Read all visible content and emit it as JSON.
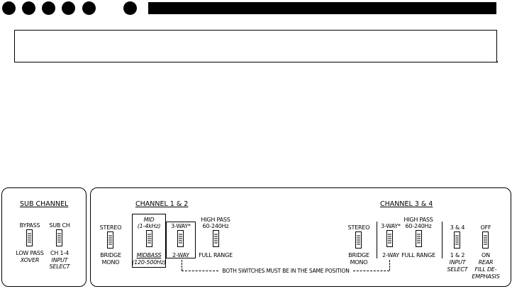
{
  "sub_panel": {
    "title": "SUB CHANNEL",
    "xover": {
      "top": "BYPASS",
      "bottom": "LOW PASS",
      "caption": "XOVER"
    },
    "input": {
      "top": "SUB CH",
      "bottom": "CH 1-4",
      "caption1": "INPUT",
      "caption2": "SELECT"
    }
  },
  "main_panel": {
    "ch12_title": "CHANNEL 1 & 2",
    "ch34_title": "CHANNEL 3 & 4",
    "ch12_mode": {
      "top": "STEREO",
      "bottom1": "BRIDGE",
      "bottom2": "MONO"
    },
    "ch12_mid": {
      "top1": "MID",
      "top2": "(1-4kHz)",
      "bottom1": "MIDBASS",
      "bottom2": "(120-500Hz)"
    },
    "ch12_way": {
      "top": "3-WAY*",
      "bottom": "2-WAY"
    },
    "ch12_hp": {
      "top1": "HIGH PASS",
      "top2": "60-240Hz",
      "bottom": "FULL RANGE"
    },
    "ch34_mode": {
      "top": "STEREO",
      "bottom1": "BRIDGE",
      "bottom2": "MONO"
    },
    "ch34_way": {
      "top": "3-WAY*",
      "bottom": "2-WAY"
    },
    "ch34_hp": {
      "top1": "HIGH PASS",
      "top2": "60-240Hz",
      "bottom": "FULL RANGE"
    },
    "ch34_input": {
      "top": "3 & 4",
      "bottom": "1 & 2",
      "caption1": "INPUT",
      "caption2": "SELECT"
    },
    "rear_fill": {
      "top": "OFF",
      "bottom": "ON",
      "caption1": "REAR",
      "caption2": "FILL DE-",
      "caption3": "EMPHASIS"
    },
    "note": "BOTH SWITCHES MUST BE IN THE SAME POSITION"
  }
}
